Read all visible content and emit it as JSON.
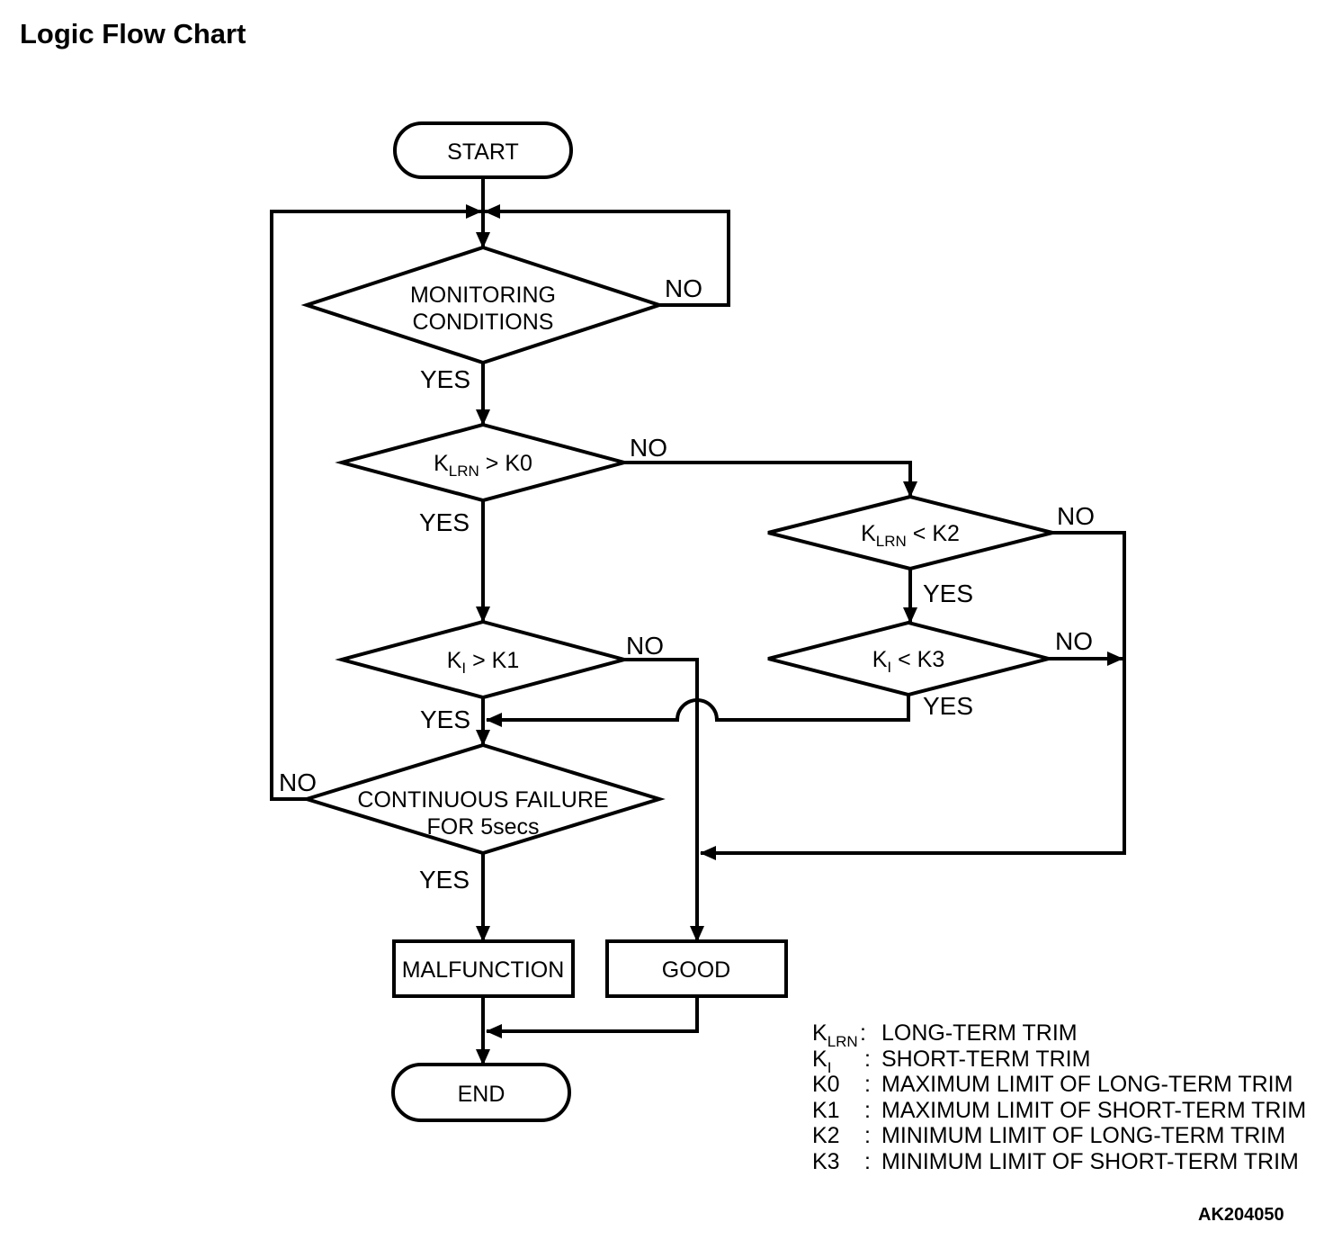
{
  "title": "Logic Flow Chart",
  "figure_code": "AK204050",
  "labels": {
    "yes": "YES",
    "no": "NO"
  },
  "nodes": {
    "start": "START",
    "monitoring": {
      "line1": "MONITORING",
      "line2": "CONDITIONS"
    },
    "klrn_gt_k0": {
      "base": "K",
      "sub": "LRN",
      "rest": "> K0"
    },
    "klrn_lt_k2": {
      "base": "K",
      "sub": "LRN",
      "rest": "< K2"
    },
    "ki_gt_k1": {
      "base": "K",
      "sub": "I",
      "rest": "> K1"
    },
    "ki_lt_k3": {
      "base": "K",
      "sub": "I",
      "rest": "< K3"
    },
    "continuous": {
      "line1": "CONTINUOUS FAILURE",
      "line2": "FOR 5secs"
    },
    "malfunction": "MALFUNCTION",
    "good": "GOOD",
    "end": "END"
  },
  "legend": [
    {
      "base": "K",
      "sub": "LRN",
      "colon": ":",
      "definition": "LONG-TERM TRIM"
    },
    {
      "base": "K",
      "sub": "I",
      "colon": ":",
      "definition": "SHORT-TERM TRIM"
    },
    {
      "base": "K0",
      "colon": ":",
      "definition": "MAXIMUM LIMIT OF LONG-TERM TRIM"
    },
    {
      "base": "K1",
      "colon": ":",
      "definition": "MAXIMUM LIMIT OF SHORT-TERM TRIM"
    },
    {
      "base": "K2",
      "colon": ":",
      "definition": "MINIMUM LIMIT OF LONG-TERM TRIM"
    },
    {
      "base": "K3",
      "colon": ":",
      "definition": "MINIMUM LIMIT OF SHORT-TERM TRIM"
    }
  ]
}
